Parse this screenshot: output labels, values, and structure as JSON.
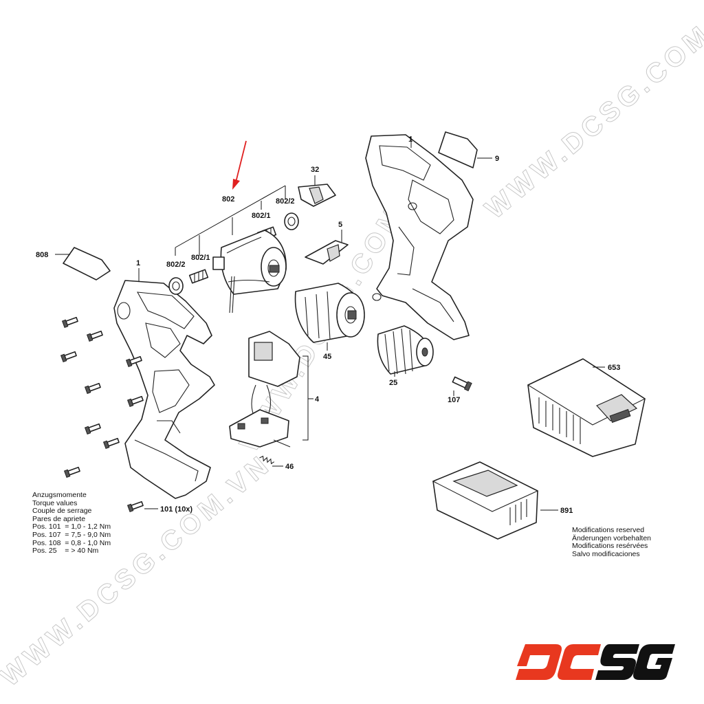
{
  "labels": {
    "p1_left": "1",
    "p1_right": "1",
    "p4": "4",
    "p5": "5",
    "p9": "9",
    "p25": "25",
    "p32": "32",
    "p45": "45",
    "p46": "46",
    "p101": "101 (10x)",
    "p107": "107",
    "p653": "653",
    "p802": "802",
    "p802_1_top": "802/1",
    "p802_2_top": "802/2",
    "p802_1_bottom": "802/1",
    "p802_2_bottom": "802/2",
    "p808": "808",
    "p891": "891"
  },
  "torque_legend": {
    "lines": [
      "Anzugsmomente",
      "Torque values",
      "Couple de serrage",
      "Pares de apriete",
      "Pos. 101  = 1,0 - 1,2 Nm",
      "Pos. 107  = 7,5 - 9,0 Nm",
      "Pos. 108  = 0,8 - 1,0 Nm",
      "Pos. 25    = > 40 Nm"
    ]
  },
  "modifications_note": {
    "lines": [
      "Modifications reserved",
      "Änderungen vorbehalten",
      "Modifications resérvées",
      "Salvo modificaciones"
    ]
  },
  "watermark": "WWW.DCSG.COM.VN",
  "logo": {
    "text": "DCSG",
    "brand_colors": [
      "#e8381f",
      "#111111"
    ]
  },
  "highlight": {
    "arrow_color": "#e02020",
    "points_to": "802"
  }
}
